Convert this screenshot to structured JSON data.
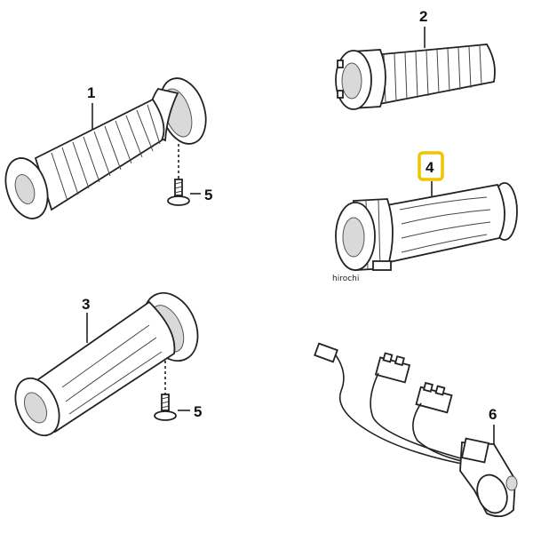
{
  "callouts": {
    "grip_left_ribbed": "1",
    "grip_right_ribbed": "2",
    "grip_left_contoured": "3",
    "grip_right_heated": "4",
    "screw_upper": "5",
    "screw_lower": "5",
    "wiring_harness": "6"
  },
  "highlight_color": "#f2c400",
  "watermark": "hirochi"
}
